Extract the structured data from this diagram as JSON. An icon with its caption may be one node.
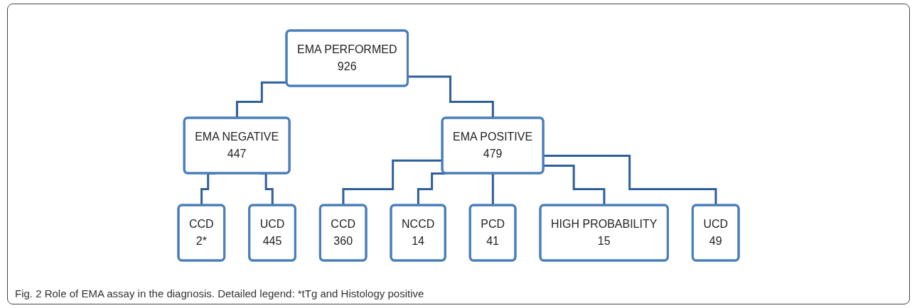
{
  "diagram": {
    "caption": "Fig. 2 Role of EMA assay in the diagnosis. Detailed legend: *tTg and Histology positive",
    "nodes": [
      {
        "text": [
          "EMA PERFORMED",
          "926"
        ]
      },
      {
        "text": [
          "EMA NEGATIVE",
          "447"
        ]
      },
      {
        "text": [
          "EMA POSITIVE",
          "479"
        ]
      },
      {
        "text": [
          "CCD",
          "2*"
        ]
      },
      {
        "text": [
          "UCD",
          "445"
        ]
      },
      {
        "text": [
          "CCD",
          "360"
        ]
      },
      {
        "text": [
          "NCCD",
          "14"
        ]
      },
      {
        "text": [
          "PCD",
          "41"
        ]
      },
      {
        "text": [
          "HIGH PROBABILITY",
          "15"
        ]
      },
      {
        "text": [
          "UCD",
          "49"
        ]
      }
    ],
    "edges": [
      {
        "from": 0,
        "to": 1,
        "arrow": "none"
      },
      {
        "from": 0,
        "to": 2,
        "arrow": "none"
      },
      {
        "from": 1,
        "to": 3,
        "arrow": "none"
      },
      {
        "from": 1,
        "to": 4,
        "arrow": "none"
      },
      {
        "from": 2,
        "to": 5,
        "arrow": "none"
      },
      {
        "from": 2,
        "to": 6,
        "arrow": "none"
      },
      {
        "from": 2,
        "to": 7,
        "arrow": "none"
      },
      {
        "from": 2,
        "to": 8,
        "arrow": "none"
      },
      {
        "from": 2,
        "to": 9,
        "arrow": "none"
      }
    ]
  }
}
